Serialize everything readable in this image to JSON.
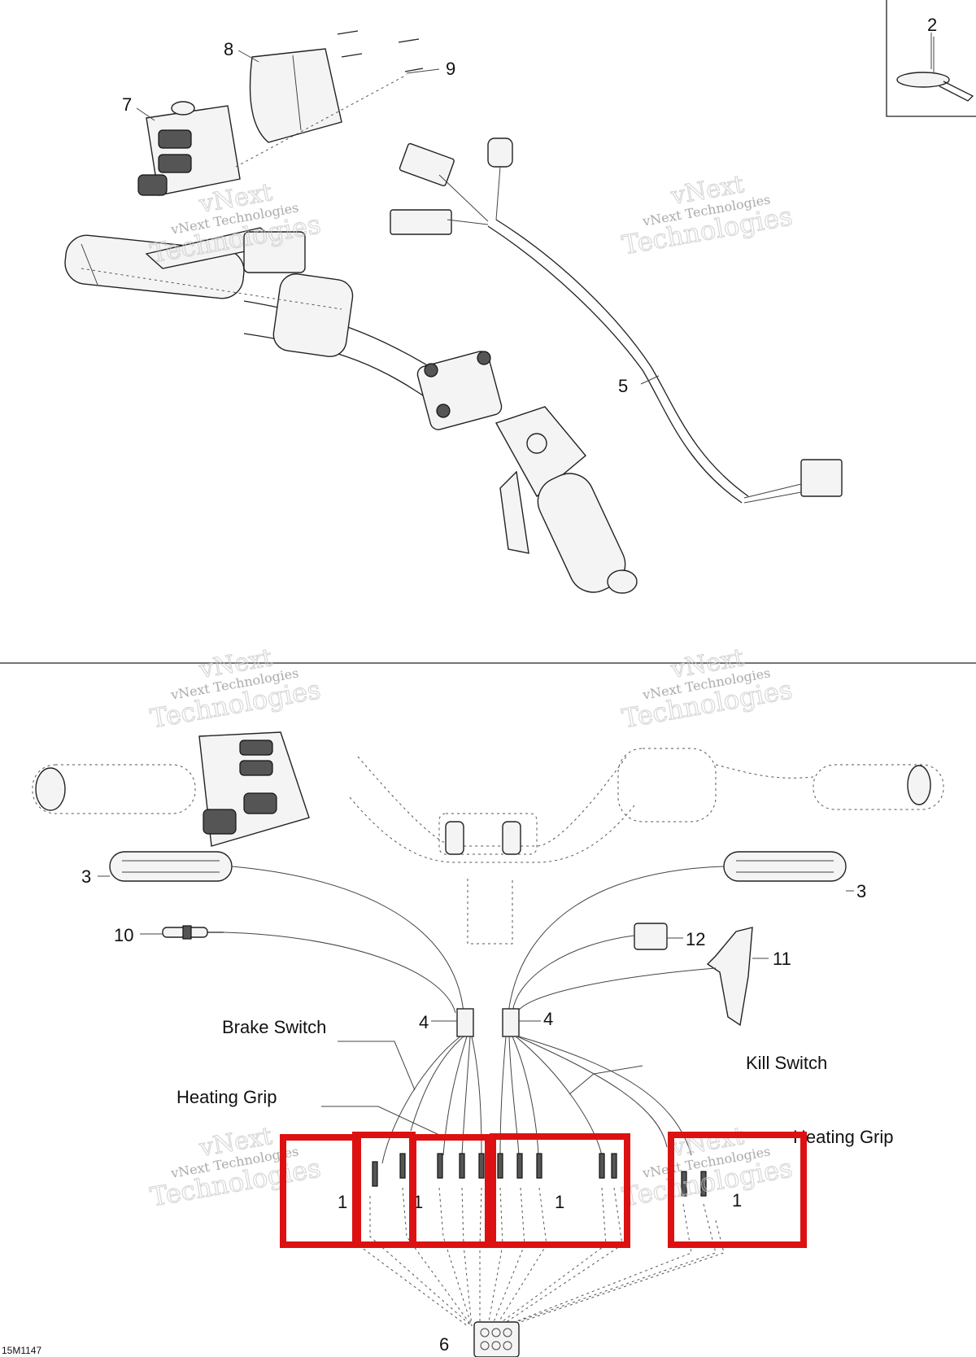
{
  "callouts": {
    "c1a": "1",
    "c1b": "1",
    "c1c": "1",
    "c1d": "1",
    "c2": "2",
    "c3a": "3",
    "c3b": "3",
    "c4a": "4",
    "c4b": "4",
    "c5": "5",
    "c6": "6",
    "c7": "7",
    "c8": "8",
    "c9": "9",
    "c10": "10",
    "c11": "11",
    "c12": "12"
  },
  "labels": {
    "brake_switch": "Brake Switch",
    "kill_switch": "Kill Switch",
    "heating_grip_left": "Heating Grip",
    "heating_grip_right": "Heating Grip"
  },
  "diagram_code": "15M1147",
  "watermark": {
    "line1": "vNext",
    "line2": "vNext Technologies",
    "line3": "Technologies"
  },
  "highlight_color": "#dd1111"
}
